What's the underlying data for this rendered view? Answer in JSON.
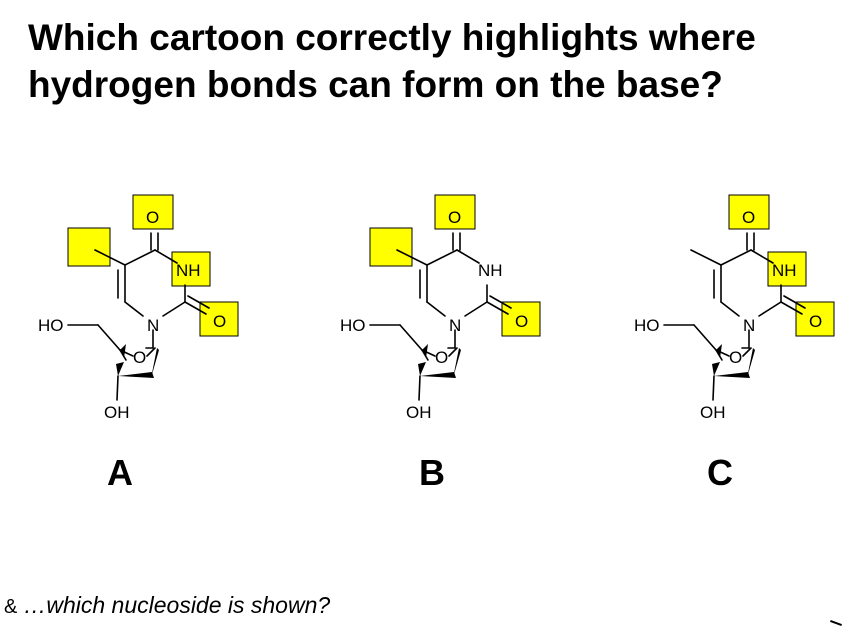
{
  "question": {
    "line1": "Which cartoon correctly highlights where",
    "line2": "hydrogen bonds can form on the base?"
  },
  "atom_labels": {
    "o_top": "O",
    "nh": "NH",
    "n": "N",
    "o_right": "O",
    "o_ring": "O",
    "ho": "HO",
    "oh": "OH"
  },
  "options": [
    {
      "label": "A",
      "highlights": [
        "methyl",
        "o_top",
        "nh",
        "o_right"
      ]
    },
    {
      "label": "B",
      "highlights": [
        "methyl",
        "o_top",
        "o_right"
      ]
    },
    {
      "label": "C",
      "highlights": [
        "o_top",
        "nh",
        "o_right"
      ]
    }
  ],
  "footer": {
    "bullet": "&",
    "text": "…which nucleoside is shown?"
  },
  "colors": {
    "highlight": "#ffff00"
  }
}
